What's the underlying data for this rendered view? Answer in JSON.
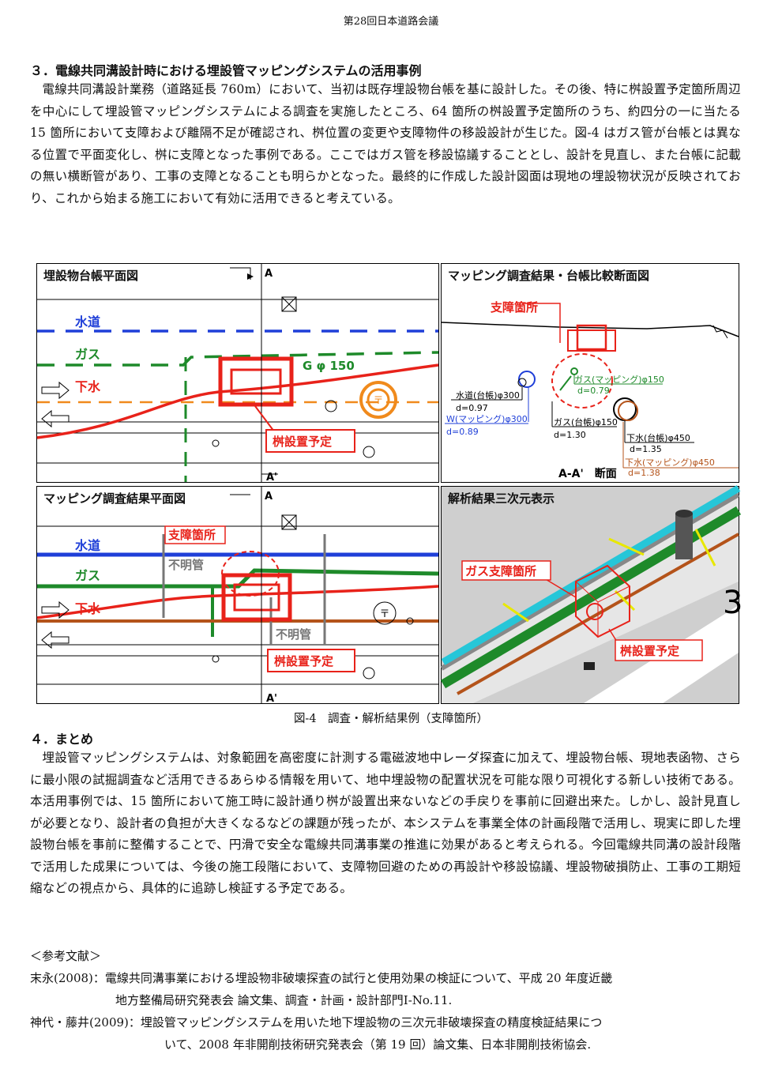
{
  "header": "第28回日本道路会議",
  "section3": {
    "heading": "３．電線共同溝設計時における埋設管マッピングシステムの活用事例",
    "body": "電線共同溝設計業務（道路延長 760m）において、当初は既存埋設物台帳を基に設計した。その後、特に桝設置予定箇所周辺を中心にして埋設管マッピングシステムによる調査を実施したところ、64 箇所の桝設置予定箇所のうち、約四分の一に当たる 15 箇所において支障および離隔不足が確認され、桝位置の変更や支障物件の移設設計が生じた。図-4 はガス管が台帳とは異なる位置で平面変化し、桝に支障となった事例である。ここではガス管を移設協議することとし、設計を見直し、また台帳に記載の無い横断管があり、工事の支障となることも明らかとなった。最終的に作成した設計図面は現地の埋設物状況が反映されており、これから始まる施工において有効に活用できると考えている。"
  },
  "figure": {
    "caption": "図-4　調査・解析結果例（支障箇所）",
    "panel1": {
      "title": "埋設物台帳平面図",
      "section_mark": "A",
      "section_mark2": "A'",
      "label_water": "水道",
      "label_gas": "ガス",
      "label_sewer": "下水",
      "label_gas_dia": "G φ 150",
      "label_basin": "桝設置予定"
    },
    "panel2": {
      "title": "マッピング調査結果・台帳比較断面図",
      "label_obstacle": "支障箇所",
      "label_gas_map": "ガス(マッピング)φ150",
      "label_gas_map_d": "d=0.79",
      "label_water_ledger": "水道(台帳)φ300",
      "label_water_ledger_d": "d=0.97",
      "label_water_map": "W(マッピング)φ300",
      "label_water_map_d": "d=0.89",
      "label_gas_ledger": "ガス(台帳)φ150",
      "label_gas_ledger_d": "d=1.30",
      "label_sewer_ledger": "下水(台帳)φ450",
      "label_sewer_ledger_d": "d=1.35",
      "label_sewer_map": "下水(マッピング)φ450",
      "label_sewer_map_d": "d=1.38",
      "label_section": "A-A'　断面"
    },
    "panel3": {
      "title": "マッピング調査結果平面図",
      "section_mark": "A",
      "section_mark2": "A'",
      "label_obstacle": "支障箇所",
      "label_water": "水道",
      "label_unknown1": "不明管",
      "label_gas": "ガス",
      "label_sewer": "下水",
      "label_unknown2": "不明管",
      "label_basin": "桝設置予定"
    },
    "panel4": {
      "title": "解析結果三次元表示",
      "label_gas_obstacle": "ガス支障箇所",
      "label_basin": "桝設置予定",
      "label_number": "3"
    }
  },
  "section4": {
    "heading": "４．まとめ",
    "body": "埋設管マッピングシステムは、対象範囲を高密度に計測する電磁波地中レーダ探査に加えて、埋設物台帳、現地表函物、さらに最小限の試掘調査など活用できるあらゆる情報を用いて、地中埋設物の配置状況を可能な限り可視化する新しい技術である。本活用事例では、15 箇所において施工時に設計通り桝が設置出来ないなどの手戻りを事前に回避出来た。しかし、設計見直しが必要となり、設計者の負担が大きくなるなどの課題が残ったが、本システムを事業全体の計画段階で活用し、現実に即した埋設物台帳を事前に整備することで、円滑で安全な電線共同溝事業の推進に効果があると考えられる。今回電線共同溝の設計段階で活用した成果については、今後の施工段階において、支障物回避のための再設計や移設協議、埋設物破損防止、工事の工期短縮などの視点から、具体的に追跡し検証する予定である。"
  },
  "references": {
    "heading": "＜参考文献＞",
    "ref1_line1": "末永(2008)：電線共同溝事業における埋設物非破壊探査の試行と使用効果の検証について、平成 20 年度近畿",
    "ref1_line2": "地方整備局研究発表会 論文集、調査・計画・設計部門Ⅰ-No.11.",
    "ref2_line1": "神代・藤井(2009)：埋設管マッピングシステムを用いた地下埋設物の三次元非破壊探査の精度検証結果につ",
    "ref2_line2": "いて、2008 年非開削技術研究発表会（第 19 回）論文集、日本非開削技術協会."
  },
  "colors": {
    "water": "#1f3fd8",
    "gas": "#1e8a2a",
    "sewer_ledger": "#e8221a",
    "sewer_map": "#b4531a",
    "orange": "#f08a1c",
    "red": "#e8221a"
  }
}
